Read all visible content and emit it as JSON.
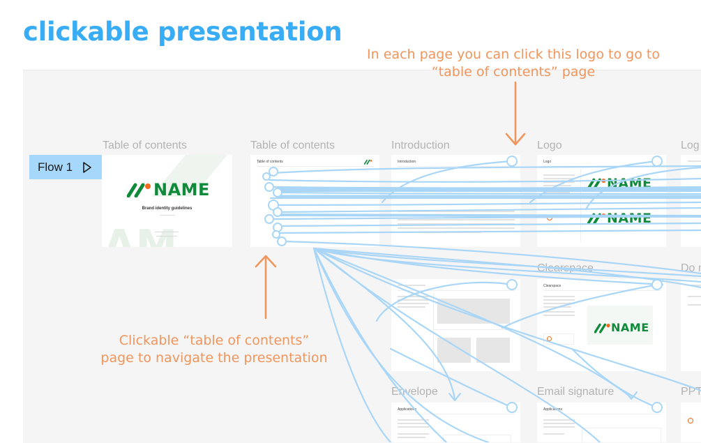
{
  "page": {
    "heading": "clickable presentation"
  },
  "annotations": {
    "top_line1": "In each page you can click this logo to go to",
    "top_line2": "“table of contents” page",
    "bottom_line1": "Clickable “table of contents”",
    "bottom_line2": "page to navigate the presentation"
  },
  "flow": {
    "label": "Flow 1"
  },
  "frames": {
    "toc_cover": "Table of contents",
    "toc_page": "Table of contents",
    "introduction": "Introduction",
    "logo": "Logo",
    "logo_partial": "Log",
    "clearspace": "Clearspace",
    "do_partial": "Do n",
    "envelope": "Envelope",
    "email_signature": "Email signature",
    "ppt_partial": "PPT"
  },
  "cover": {
    "brand": "NAME",
    "subtitle": "Brand identity guidelines"
  },
  "mini_titles": {
    "toc": "Table of contents",
    "intro": "Introduction",
    "logo": "Logo",
    "clearspace": "Clearspace",
    "envelope": "Applications",
    "email": "Applications"
  },
  "colors": {
    "accent": "#38adf5",
    "annotation": "#f0955c",
    "flow": "#a6d8fb",
    "brand_green": "#0f8a3a",
    "brand_orange": "#f26a1b",
    "connector": "#a9d6f7"
  }
}
